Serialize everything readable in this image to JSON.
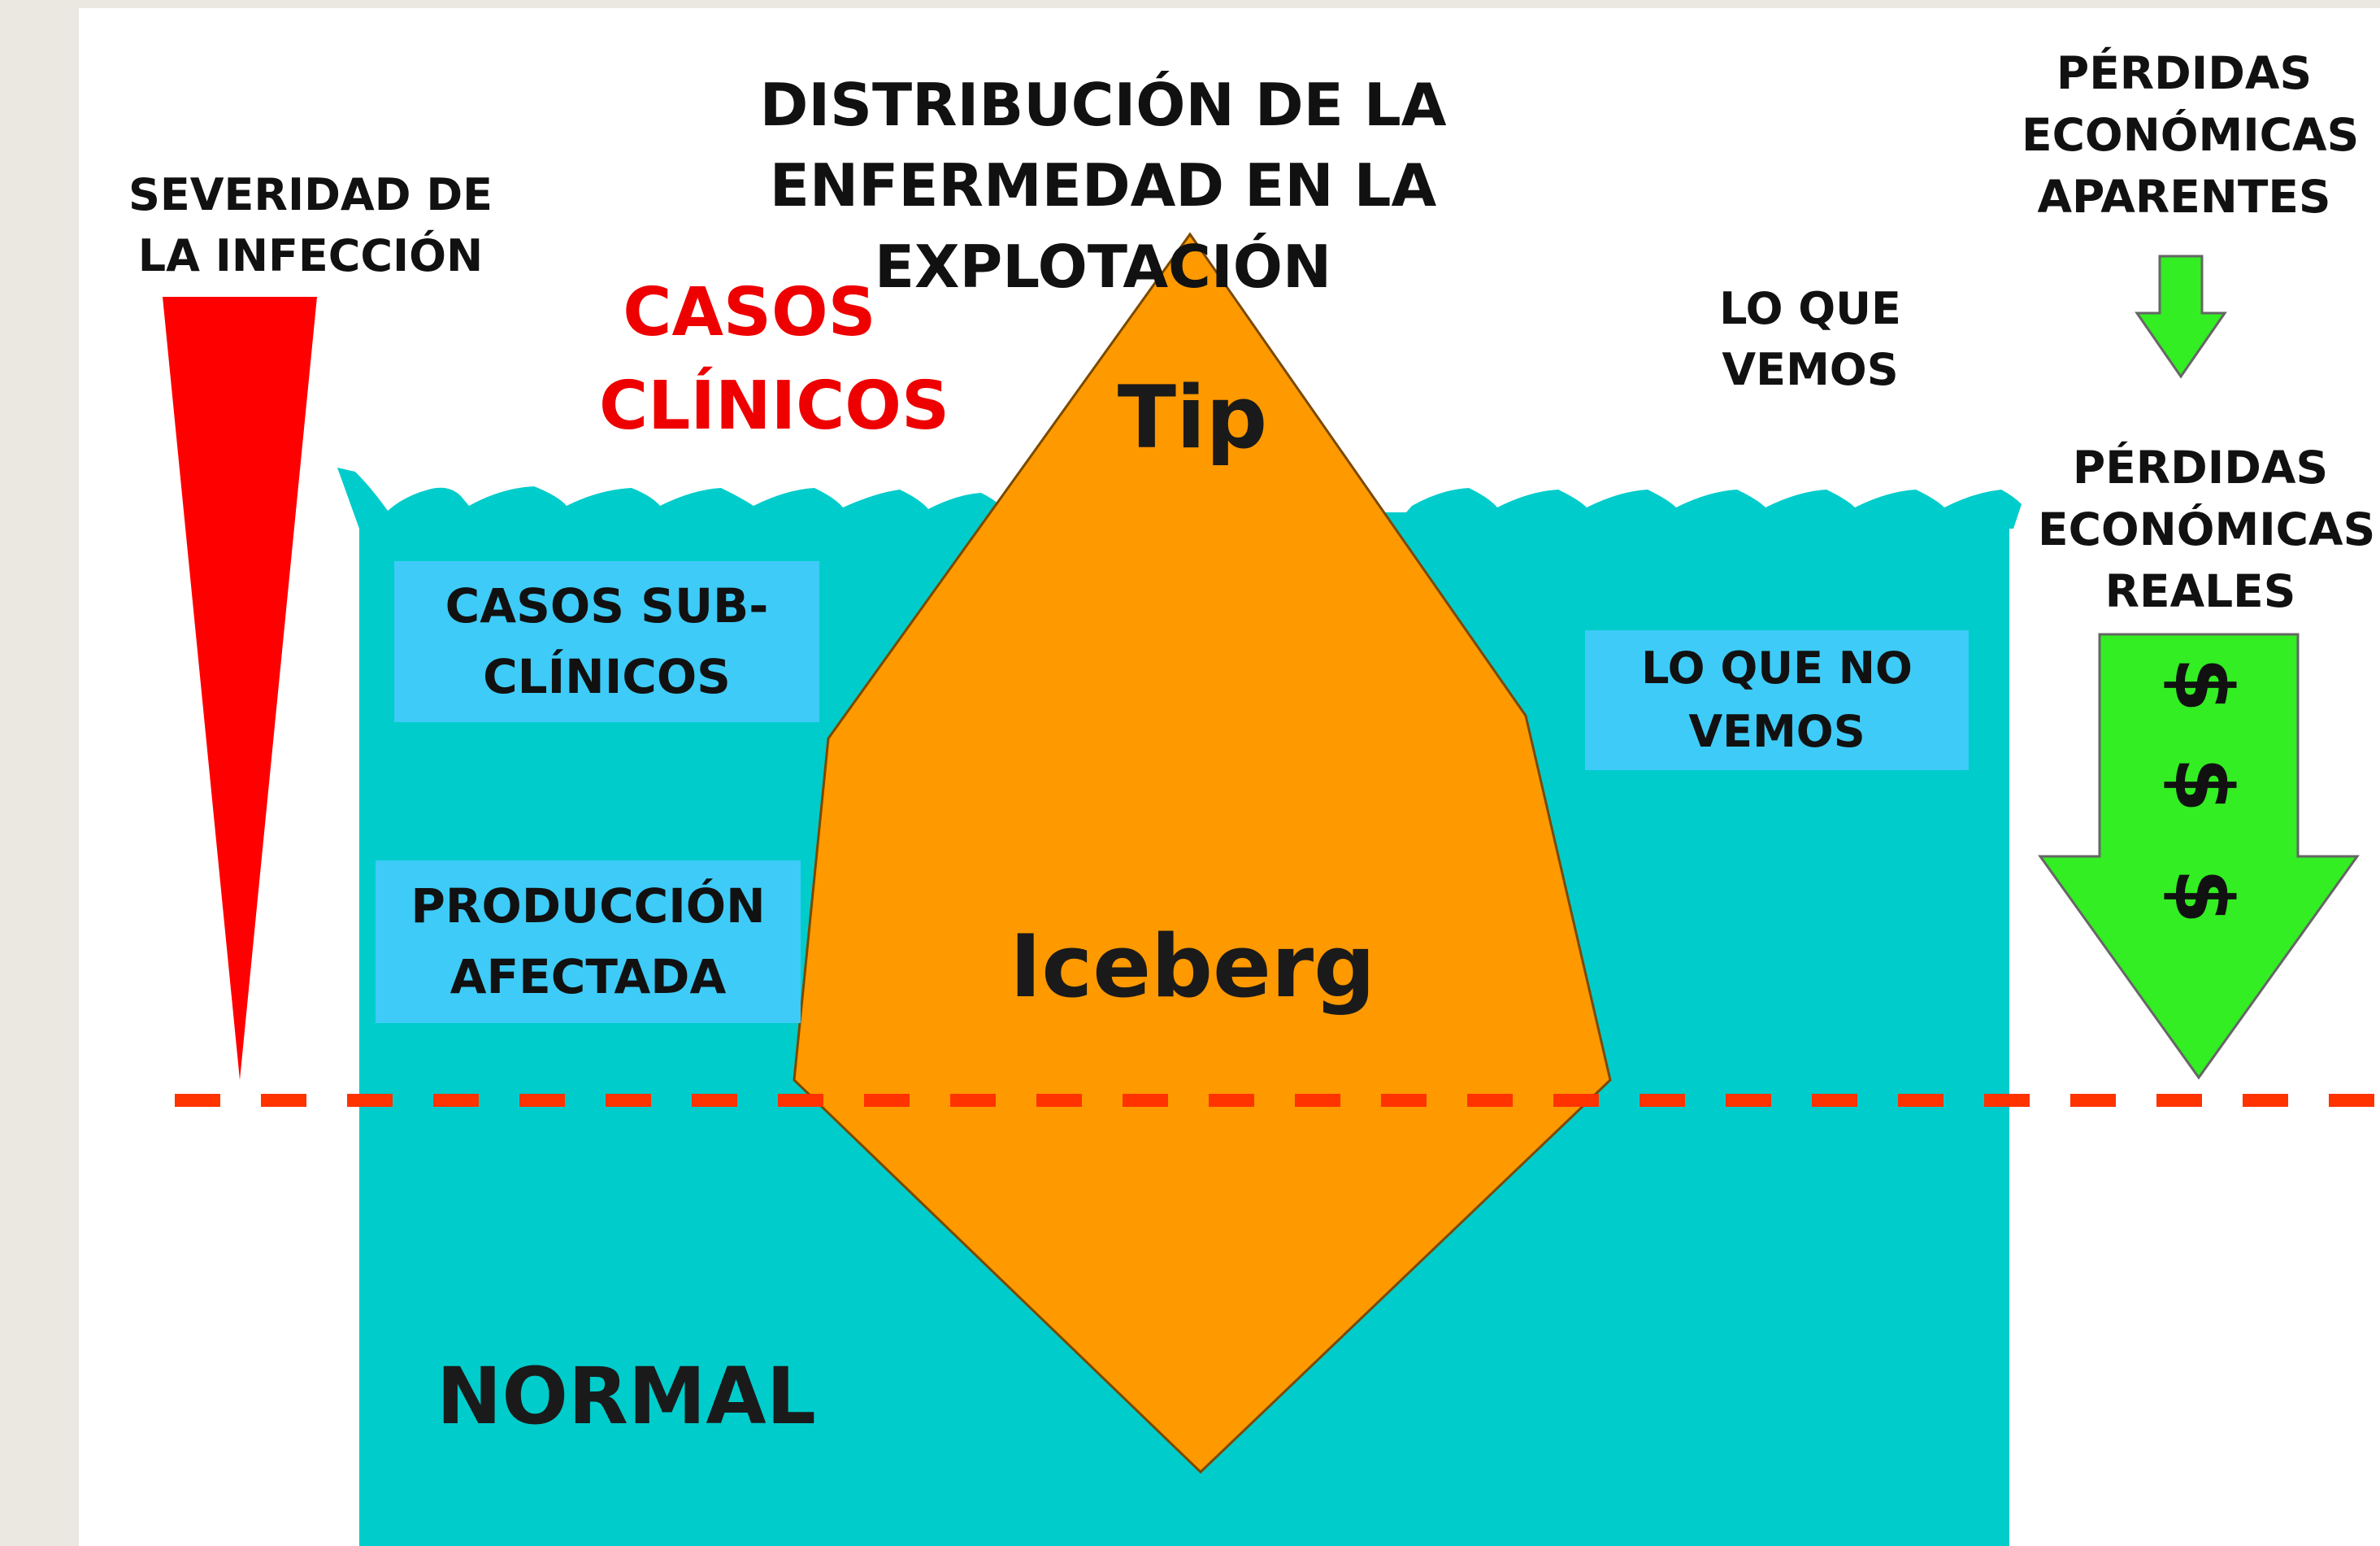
{
  "title": "DISTRIBUCIÓN DE LA ENFERMEDAD EN LA EXPLOTACIÓN",
  "severity_label": "SEVERIDAD DE LA INFECCIÓN",
  "clinical_label": "CASOS CLÍNICOS",
  "seen_label": "LO QUE VEMOS",
  "apparent_losses_label": "PÉRDIDAS ECONÓMICAS APARENTES",
  "real_losses_label": "PÉRDIDAS ECONÓMICAS REALES",
  "subclinical_label": "CASOS SUB- CLÍNICOS",
  "production_label": "PRODUCCIÓN AFECTADA",
  "unseen_label": "LO QUE NO VEMOS",
  "tip_label": "Tip",
  "iceberg_label": "Iceberg",
  "normal_label": "NORMAL",
  "dollar_symbols": [
    "$",
    "$",
    "$"
  ],
  "colors": {
    "water": "#00cccc",
    "iceberg": "#ff9900",
    "severity": "#ff0000",
    "loss_arrow": "#33ee22",
    "label_box": "#3ecbf7",
    "threshold_line": "#ff3300",
    "clinical_text": "#ee0000"
  },
  "icons": [
    "severity-wedge-icon",
    "apparent-loss-arrow-icon",
    "real-loss-arrow-icon"
  ]
}
